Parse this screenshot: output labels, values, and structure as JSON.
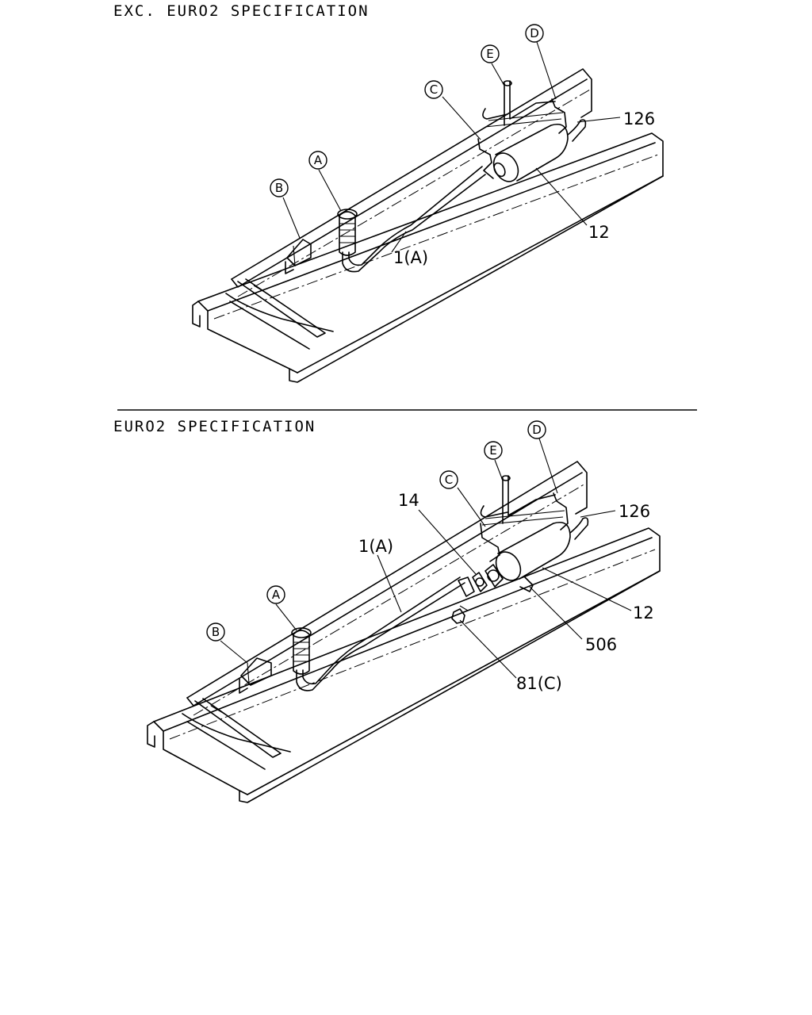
{
  "headings": {
    "top": "EXC. EURO2 SPECIFICATION",
    "bottom": "EURO2 SPECIFICATION"
  },
  "top_diagram": {
    "callouts": {
      "a": "A",
      "b": "B",
      "c": "C",
      "d": "D",
      "e": "E"
    },
    "labels": {
      "hanger": "126",
      "muffler": "12",
      "pipe": "1(A)"
    }
  },
  "bottom_diagram": {
    "callouts": {
      "a": "A",
      "b": "B",
      "c": "C",
      "d": "D",
      "e": "E"
    },
    "labels": {
      "gasket": "14",
      "hanger": "126",
      "muffler": "12",
      "pipe": "1(A)",
      "bracket": "506",
      "nut": "81(C)"
    }
  }
}
